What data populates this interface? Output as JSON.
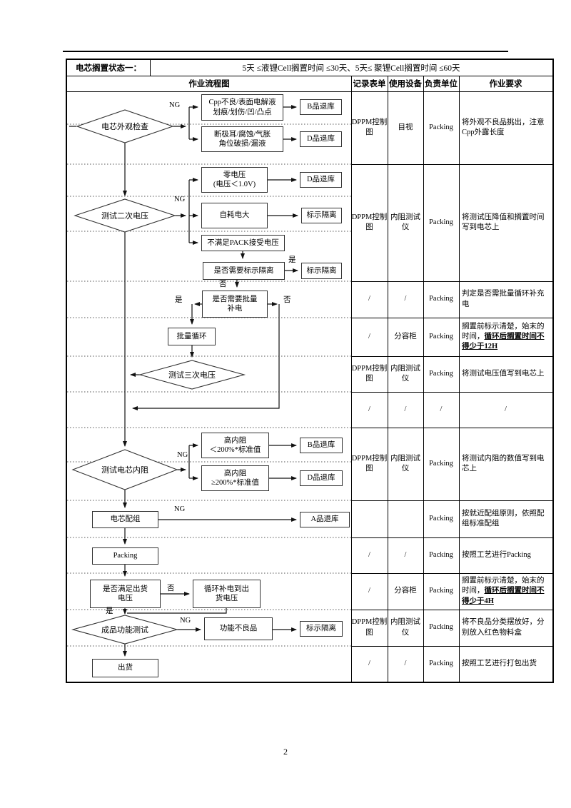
{
  "page": {
    "number": "2"
  },
  "header": {
    "status_label": "电芯搁置状态一：",
    "condition": "5天 ≤液锂Cell搁置时间 ≤30天、5天≤ 聚锂Cell搁置时间 ≤60天",
    "columns": {
      "flow": "作业流程图",
      "record": "记录表单",
      "device": "使用设备",
      "owner": "负责单位",
      "requirement": "作业要求"
    }
  },
  "labels": {
    "ng": "NG",
    "yes": "是",
    "no": "否"
  },
  "flow": {
    "inspect_appearance": "电芯外观检查",
    "cpp_defect": [
      "Cpp不良/表面电解液",
      "划痕/划伤/凹/凸点"
    ],
    "b_return": "B品退库",
    "tab_defect": [
      "断极耳/腐蚀/气胀",
      "角位破损/漏液"
    ],
    "d_return": "D品退库",
    "test_second_voltage": "测试二次电压",
    "zero_voltage": [
      "零电压",
      "(电压＜1.0V)"
    ],
    "self_discharge": "自耗电大",
    "mark_isolate": "标示隔离",
    "below_pack_voltage": "不满足PACK接受电压",
    "need_mark_isolate": "是否需要标示隔离",
    "need_batch_recharge": [
      "是否需要批量",
      "补电"
    ],
    "batch_cycle": "批量循环",
    "test_third_voltage": "测试三次电压",
    "test_ir": "测试电芯内阻",
    "high_ir_lt": [
      "高内阻",
      "＜200%*标准值"
    ],
    "high_ir_ge": [
      "高内阻",
      "≥200%*标准值"
    ],
    "cell_grouping": "电芯配组",
    "a_return": "A品退库",
    "packing": "Packing",
    "meet_ship_voltage": [
      "是否满足出货",
      "电压"
    ],
    "cycle_recharge": [
      "循环补电到出",
      "货电压"
    ],
    "final_function_test": "成品功能测试",
    "function_defect": "功能不良品",
    "ship": "出货"
  },
  "rows": [
    {
      "record": "DPPM控制图",
      "device": "目视",
      "owner": "Packing",
      "req": "将外观不良品挑出，注意Cpp外露长度",
      "req_bold": ""
    },
    {
      "record": "DPPM控制图",
      "device": "内阻测试仪",
      "owner": "Packing",
      "req": "将测试压降值和搁置时间写到电芯上",
      "req_bold": ""
    },
    {
      "record": "/",
      "device": "/",
      "owner": "Packing",
      "req": "判定是否需批量循环补充电",
      "req_bold": ""
    },
    {
      "record": "/",
      "device": "分容柜",
      "owner": "Packing",
      "req": "搁置前标示清楚，始末的时间，",
      "req_bold": "循环后搁置时间不得少于12H"
    },
    {
      "record": "DPPM控制图",
      "device": "内阻测试仪",
      "owner": "Packing",
      "req": "将测试电压值写到电芯上",
      "req_bold": ""
    },
    {
      "record": "/",
      "device": "/",
      "owner": "/",
      "req": "/",
      "req_bold": ""
    },
    {
      "record": "DPPM控制图",
      "device": "内阻测试仪",
      "owner": "Packing",
      "req": "将测试内阻的数值写到电芯上",
      "req_bold": ""
    },
    {
      "record": "",
      "device": "",
      "owner": "Packing",
      "req": "按就近配组原则，依照配组标准配组",
      "req_bold": ""
    },
    {
      "record": "/",
      "device": "/",
      "owner": "Packing",
      "req": "按照工艺进行Packing",
      "req_bold": ""
    },
    {
      "record": "/",
      "device": "分容柜",
      "owner": "Packing",
      "req": "搁置前标示清楚，始末的时间，",
      "req_bold": "循环后搁置时间不得少于4H"
    },
    {
      "record": "DPPM控制图",
      "device": "内阻测试仪",
      "owner": "Packing",
      "req": "将不良品分类摆放好，分别放入红色物料盒",
      "req_bold": ""
    },
    {
      "record": "/",
      "device": "/",
      "owner": "Packing",
      "req": "按照工艺进行打包出货",
      "req_bold": ""
    }
  ]
}
